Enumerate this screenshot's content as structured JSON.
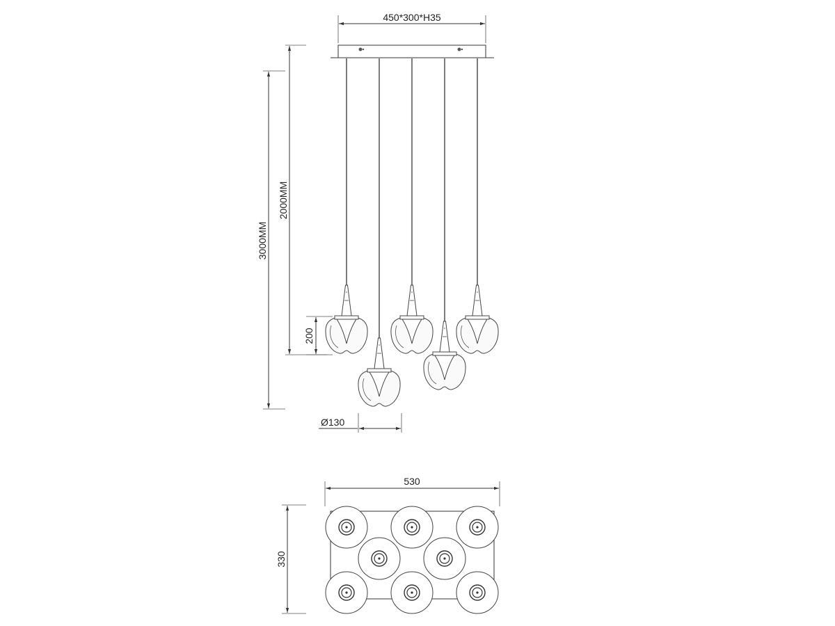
{
  "elevation": {
    "canopy_dim_label": "450*300*H35",
    "overall_height_label": "3000MM",
    "cable_length_label": "2000MM",
    "shade_height_label": "200",
    "shade_diameter_label": "Ø130",
    "pendant_count": 5
  },
  "plan": {
    "width_label": "530",
    "depth_label": "330",
    "pendant_count": 8
  }
}
